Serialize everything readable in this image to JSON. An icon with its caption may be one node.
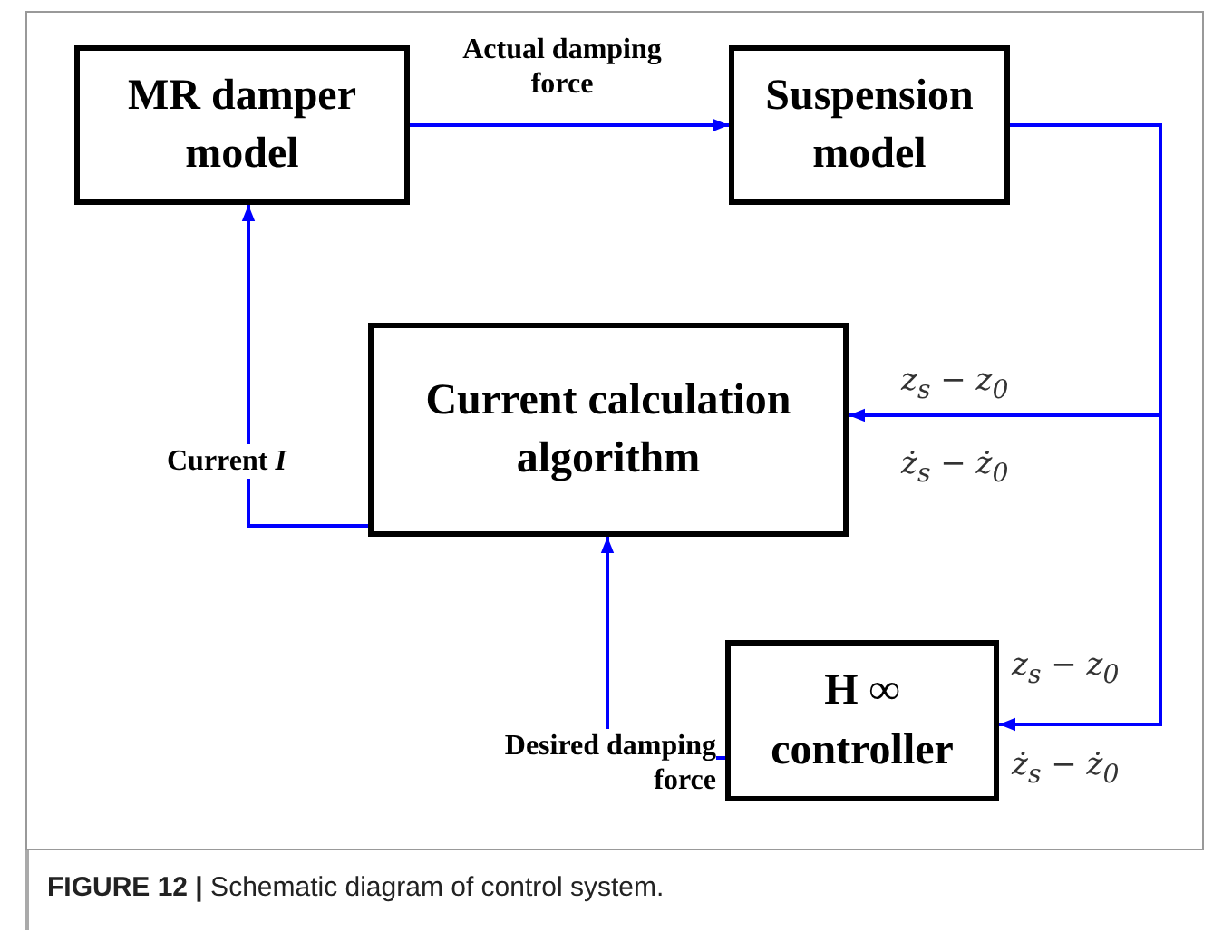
{
  "diagram": {
    "caption": "**FIGURE 12 |** Schematic diagram of control system.",
    "nodes": [
      {
        "text": [
          "MR damper model"
        ]
      },
      {
        "text": [
          "Suspension model"
        ]
      },
      {
        "text": [
          "Current calculation algorithm"
        ]
      },
      {
        "text": [
          "H ∞ controller"
        ]
      }
    ],
    "edges": [
      {
        "from": 0,
        "to": 1,
        "arrow": "to",
        "label": "Actual damping force"
      },
      {
        "from": 1,
        "to": 2,
        "arrow": "to"
      },
      {
        "from": 1,
        "to": 3,
        "arrow": "to"
      },
      {
        "from": 2,
        "to": 0,
        "arrow": "to",
        "label": "Current *I*"
      },
      {
        "from": 3,
        "to": 2,
        "arrow": "to",
        "label": "Desired damping force"
      }
    ],
    "labels": [
      "z$_{s}$ − z$_{0}$",
      "ż$_{s}$ − ż$_{0}$",
      "z$_{s}$ − z$_{0}$",
      "ż$_{s}$ − ż$_{0}$"
    ]
  }
}
